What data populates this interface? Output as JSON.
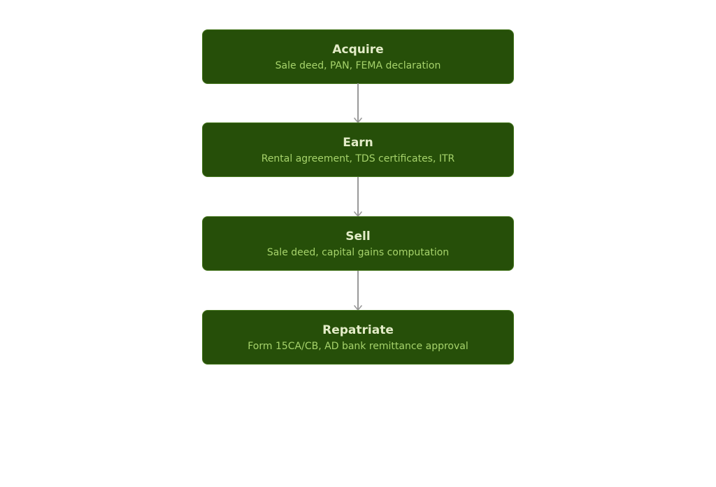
{
  "diagram": {
    "steps": [
      {
        "title": "Acquire",
        "description": "Sale deed, PAN, FEMA declaration"
      },
      {
        "title": "Earn",
        "description": "Rental agreement, TDS certificates, ITR"
      },
      {
        "title": "Sell",
        "description": "Sale deed, capital gains computation"
      },
      {
        "title": "Repatriate",
        "description": "Form 15CA/CB, AD bank remittance approval"
      }
    ],
    "colors": {
      "box_fill": "#264f09",
      "box_border": "#4a7a23",
      "title_text": "#e3ecc8",
      "description_text": "#a6d36b",
      "arrow": "#999999"
    }
  }
}
